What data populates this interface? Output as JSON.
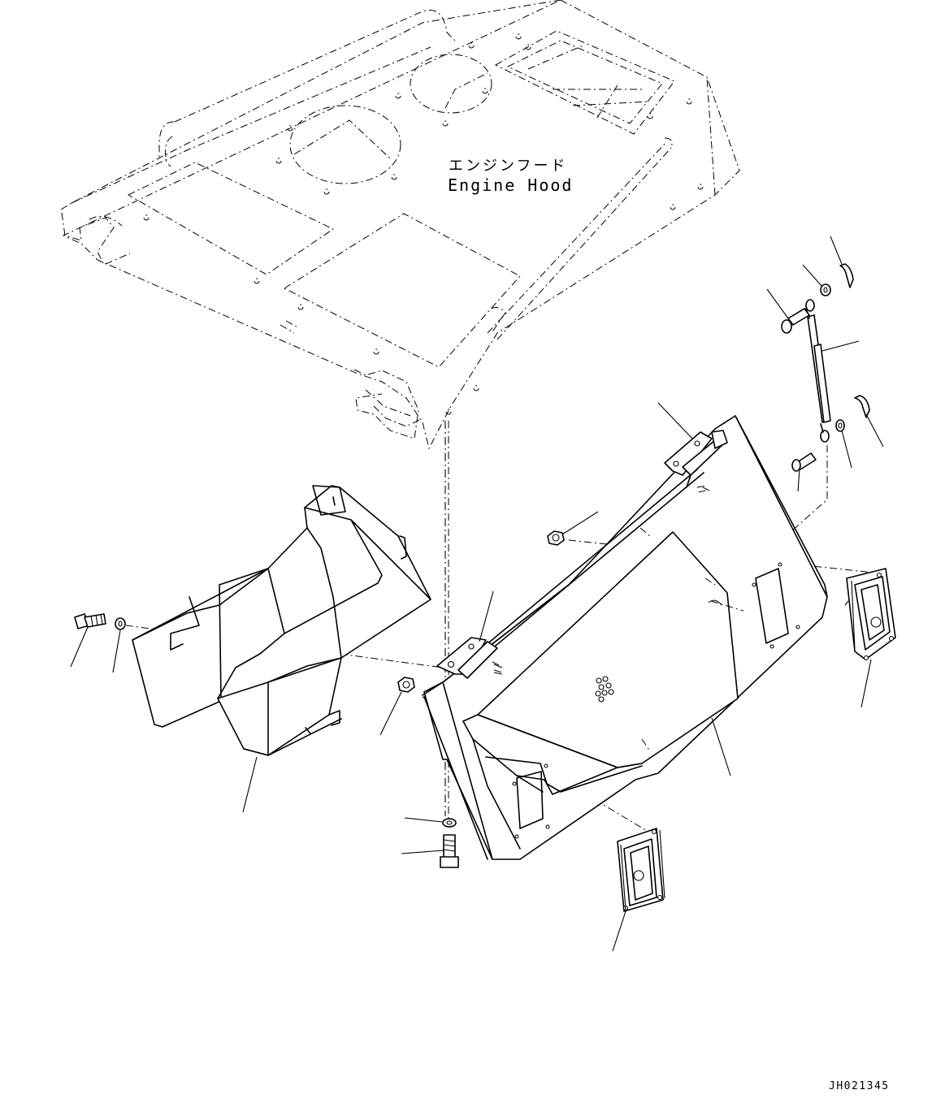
{
  "labels": {
    "part_name_jp": "エンジンフード",
    "part_name_en": "Engine Hood",
    "drawing_code": "JH021345"
  },
  "leaders": [
    "gas-spring-leader",
    "pin-top-leader",
    "washer-top-leader",
    "bolt-top-leader",
    "clip-leader",
    "washer-right-leader",
    "pin-right-leader",
    "hinge-top-leader",
    "nut-top-leader",
    "lock-right-leader",
    "bolt-left-leader",
    "washer-left-leader",
    "hinge-left-leader",
    "nut-left-leader",
    "duct-leader",
    "washer-bottom-leader",
    "bolt-bottom-leader",
    "lock-bottom-leader",
    "cover-leader"
  ]
}
